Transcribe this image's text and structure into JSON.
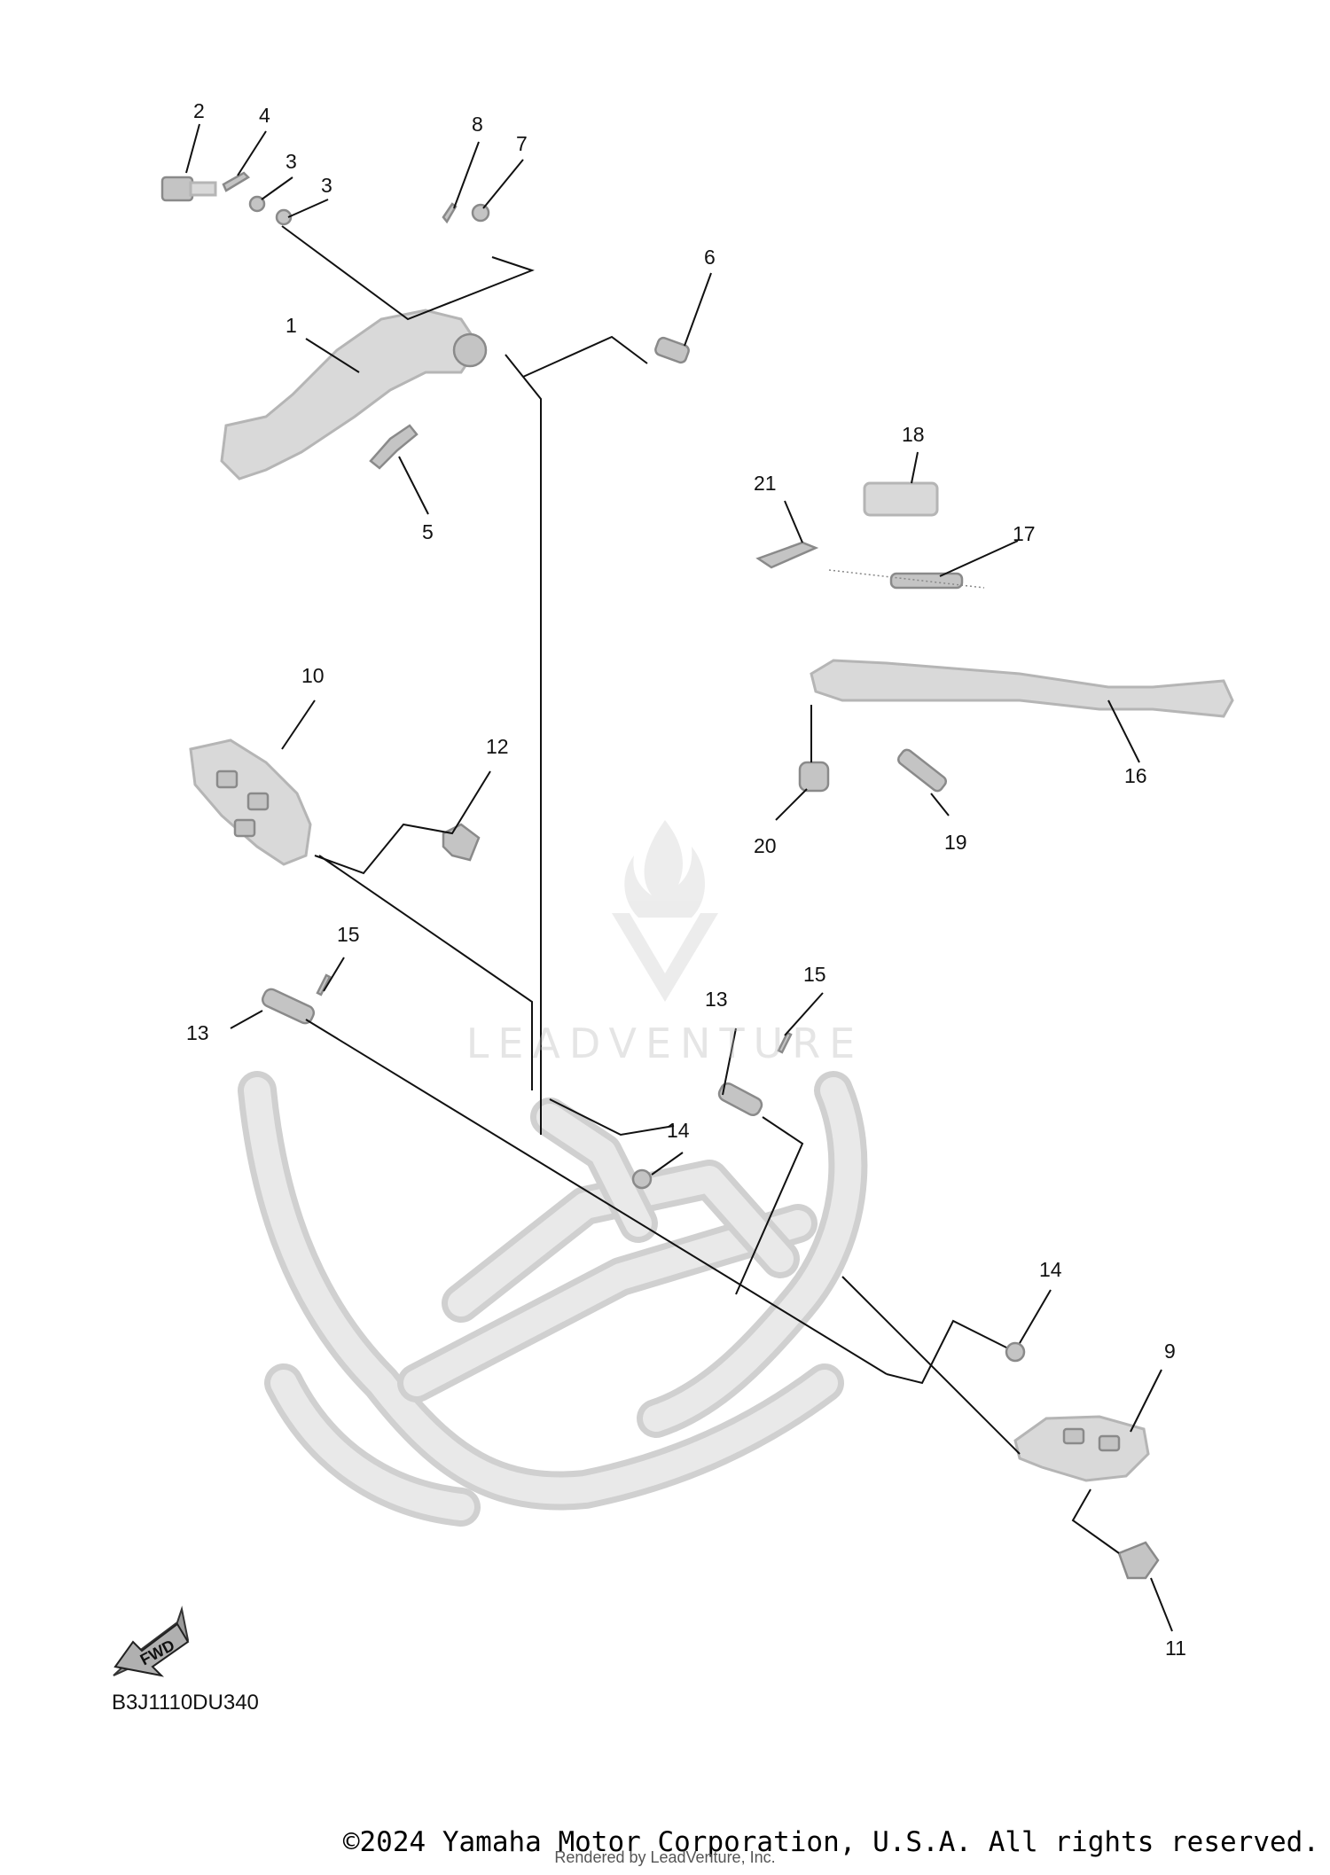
{
  "diagram": {
    "code": "B3J1110DU340",
    "fwd_label": "FWD",
    "watermark": "LEADVENTURE",
    "copyright": "©2024 Yamaha Motor Corporation, U.S.A. All rights reserved.",
    "rendered_by": "Rendered by LeadVenture, Inc.",
    "callouts": {
      "c1": "1",
      "c2": "2",
      "c3a": "3",
      "c3b": "3",
      "c4": "4",
      "c5": "5",
      "c6": "6",
      "c7": "7",
      "c8": "8",
      "c9": "9",
      "c10": "10",
      "c11": "11",
      "c12": "12",
      "c13a": "13",
      "c13b": "13",
      "c14a": "14",
      "c14b": "14",
      "c15a": "15",
      "c15b": "15",
      "c16": "16",
      "c17": "17",
      "c18": "18",
      "c19": "19",
      "c20": "20",
      "c21": "21"
    }
  }
}
